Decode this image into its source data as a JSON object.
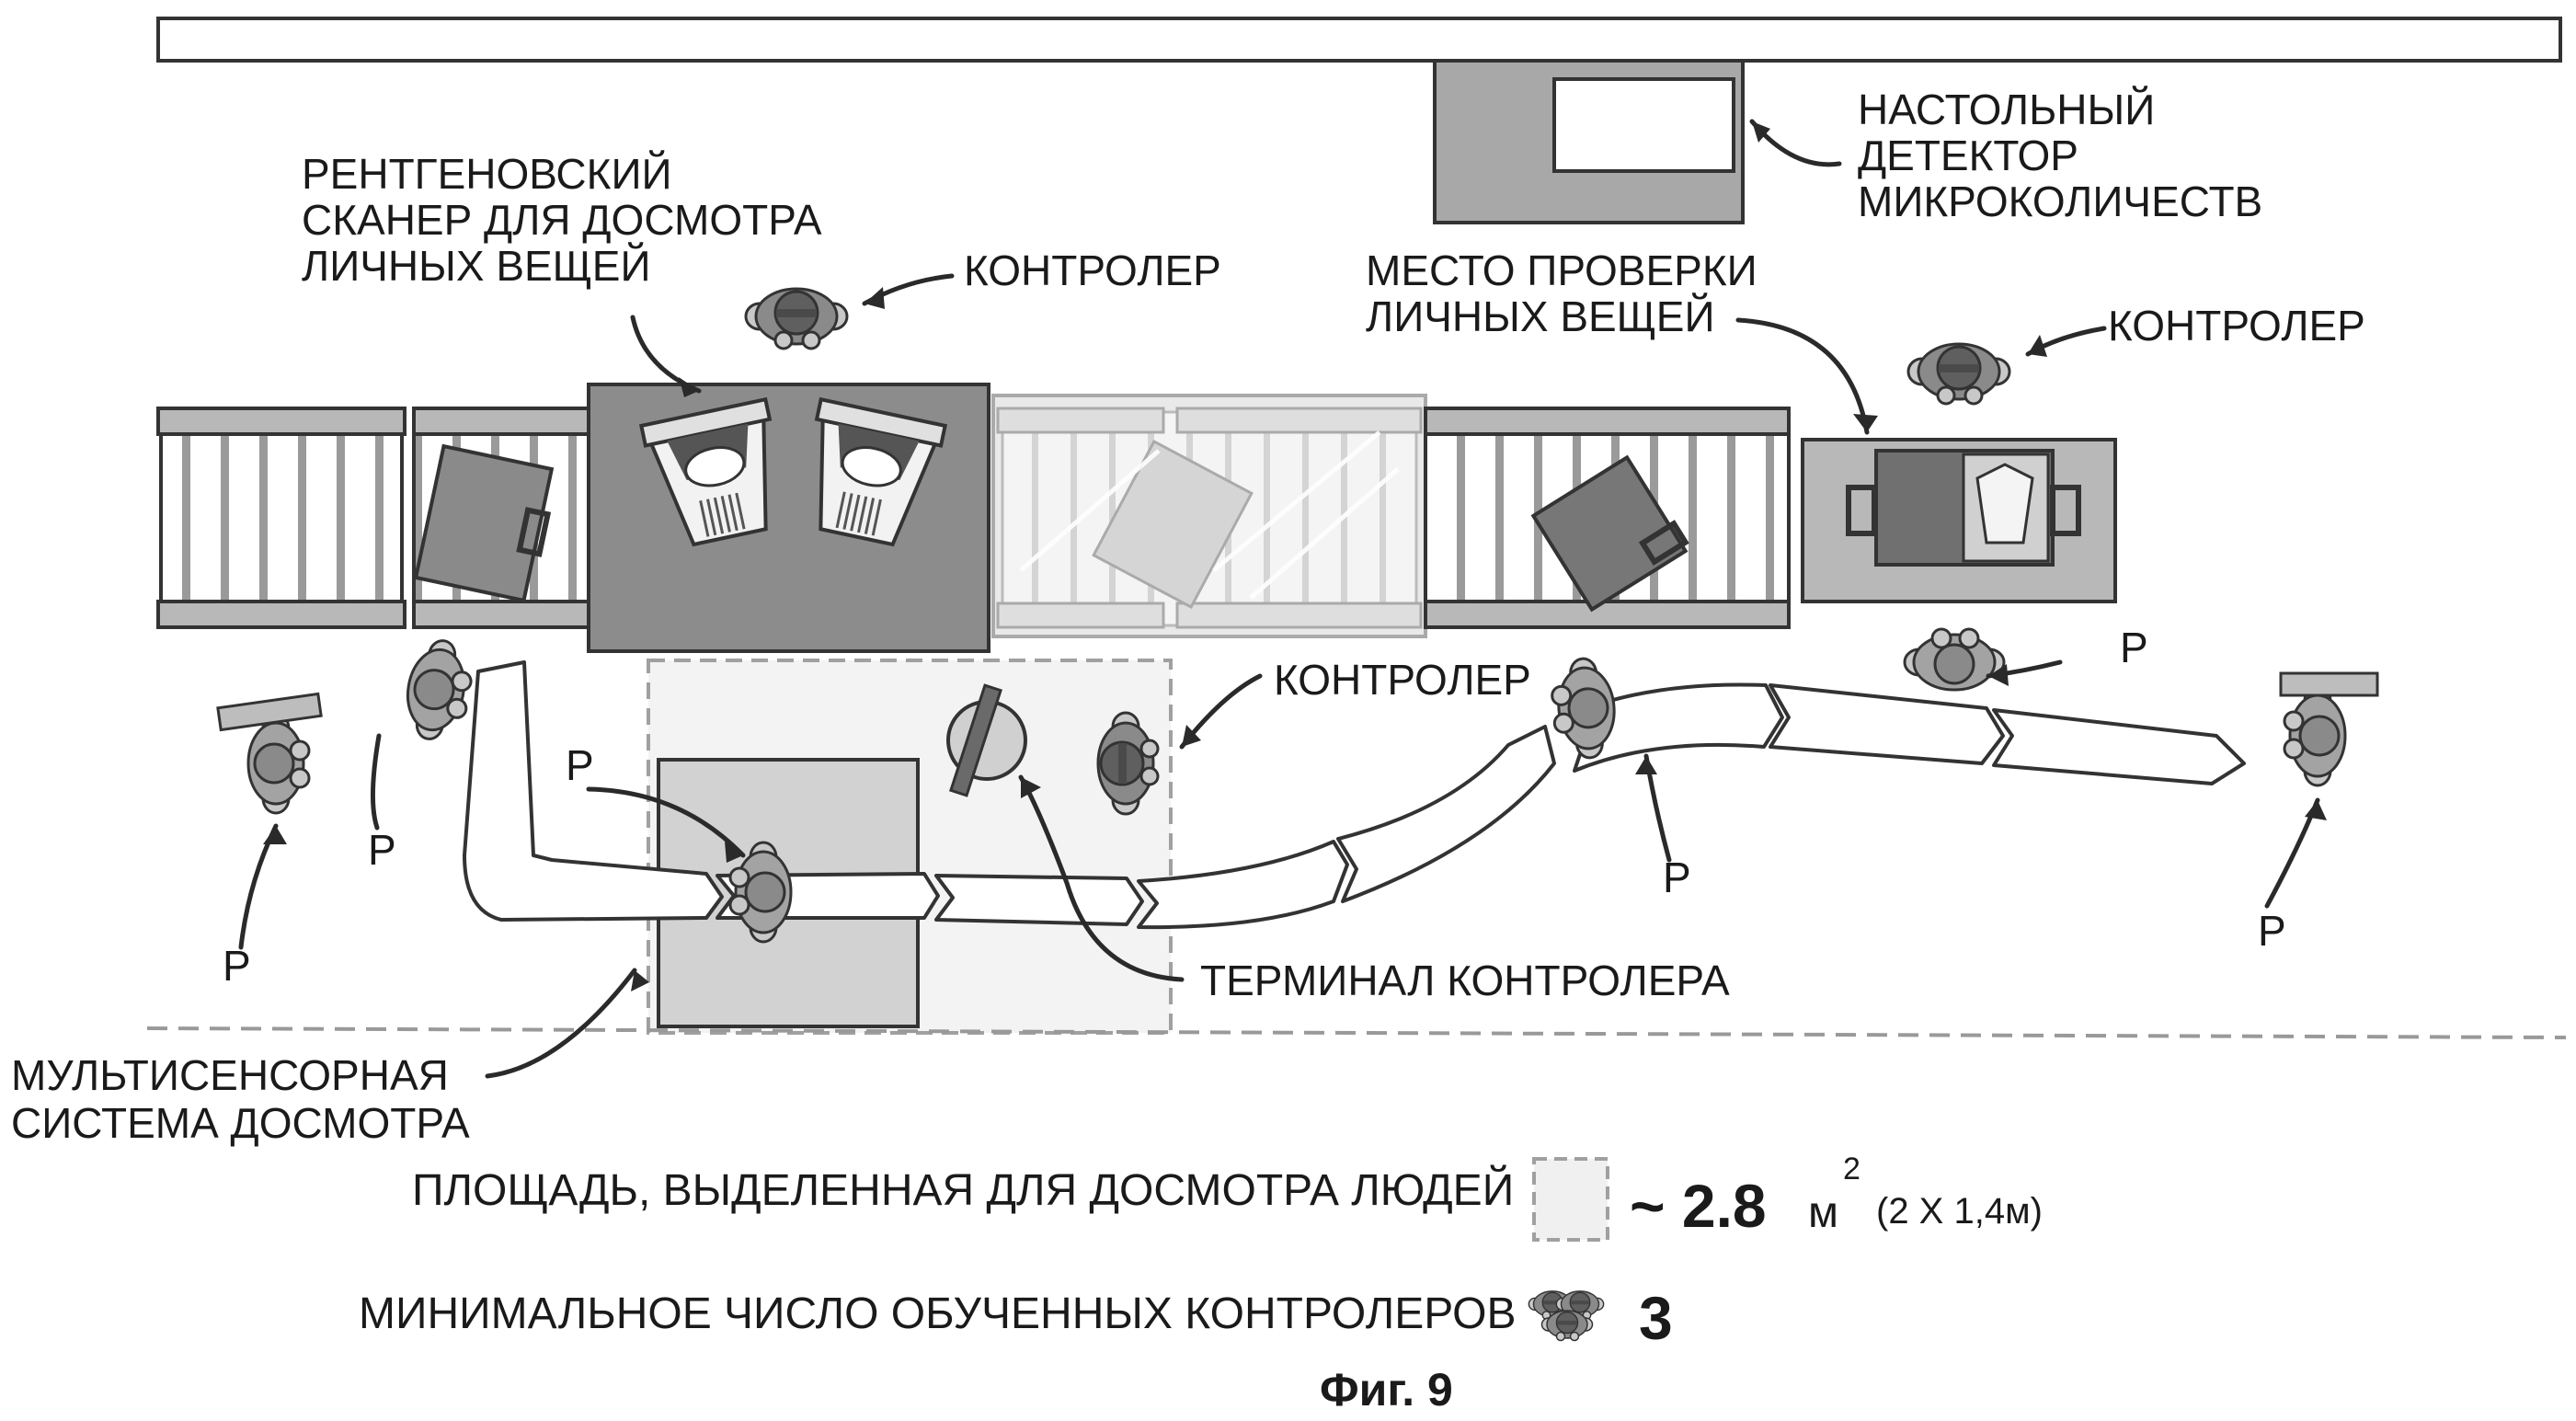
{
  "labels": {
    "xray_scanner": [
      "РЕНТГЕНОВСКИЙ",
      "СКАНЕР ДЛЯ ДОСМОТРА",
      "ЛИЧНЫХ ВЕЩЕЙ"
    ],
    "trace_detector": [
      "НАСТОЛЬНЫЙ",
      "ДЕТЕКТОР",
      "МИКРОКОЛИЧЕСТВ"
    ],
    "inspection_place": [
      "МЕСТО ПРОВЕРКИ",
      "ЛИЧНЫХ ВЕЩЕЙ"
    ],
    "controller_1": "КОНТРОЛЕР",
    "controller_2": "КОНТРОЛЕР",
    "controller_3": "КОНТРОЛЕР",
    "operator_terminal": "ТЕРМИНАЛ КОНТРОЛЕРА",
    "multisensor_system": [
      "МУЛЬТИСЕНСОРНАЯ",
      "СИСТЕМА ДОСМОТРА"
    ],
    "passenger": "P"
  },
  "legend": {
    "area_label": "ПЛОЩАДЬ, ВЫДЕЛЕННАЯ ДЛЯ ДОСМОТРА ЛЮДЕЙ",
    "area_value": "~ 2.8",
    "area_unit": "м",
    "area_exponent": "2",
    "area_dims": "(2 X 1,4м)",
    "staff_label": "МИНИМАЛЬНОЕ ЧИСЛО ОБУЧЕННЫХ КОНТРОЛЕРОВ",
    "staff_value": "3"
  },
  "caption": "Фиг. 9",
  "colors": {
    "line": "#333333",
    "dark_fill": "#8c8c8c",
    "mid_fill": "#bdbdbd",
    "light_fill": "#dcdcdc",
    "person_fill": "#a3a3a3",
    "dashed": "#a0a0a0"
  }
}
